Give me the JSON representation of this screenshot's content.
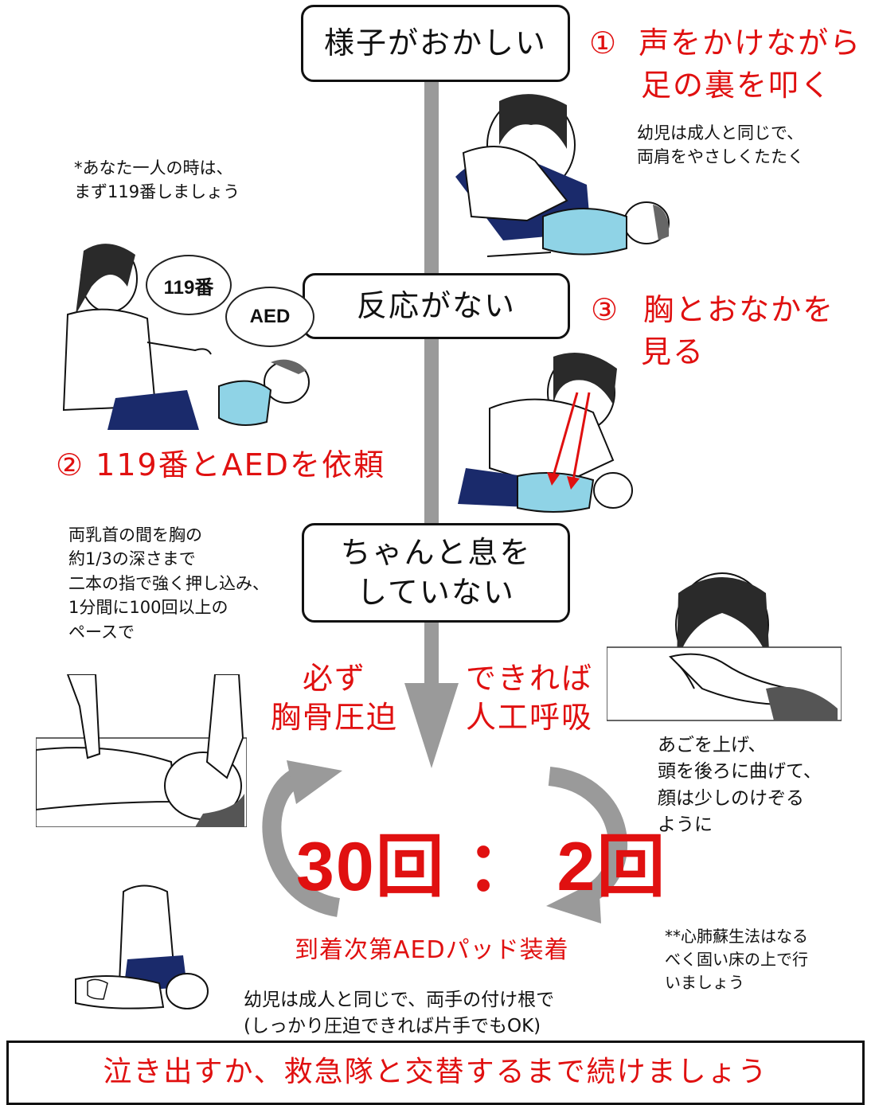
{
  "flow": {
    "box1": "様子がおかしい",
    "box2": "反応がない",
    "box3_line1": "ちゃんと息を",
    "box3_line2": "していない",
    "final": "泣き出すか、救急隊と交替するまで続けましょう"
  },
  "steps": {
    "step1_num": "①",
    "step1_line1": "声をかけながら",
    "step1_line2": "足の裏を叩く",
    "step2": "② 119番とAEDを依頼",
    "step3_num": "③",
    "step3_line1": "胸とおなかを",
    "step3_line2": "見る",
    "compression_line1": "必ず",
    "compression_line2": "胸骨圧迫",
    "breath_line1": "できれば",
    "breath_line2": "人工呼吸",
    "ratio_a": "30回",
    "ratio_sep": "：",
    "ratio_b": "2回",
    "aed_pad": "到着次第AEDパッド装着"
  },
  "notes": {
    "infant_tap": "幼児は成人と同じで、\n両肩をやさしくたたく",
    "alone": "*あなた一人の時は、\nまず119番しましょう",
    "compression_how": "両乳首の間を胸の\n約1/3の深さまで\n二本の指で強く押し込み、\n1分間に100回以上の\nペースで",
    "airway": "あごを上げ、\n頭を後ろに曲げて、\n顔は少しのけぞる\nように",
    "floor": "**心肺蘇生法はなる\nべく固い床の上で行\nいましょう",
    "infant_hands": "幼児は成人と同じで、両手の付け根で\n(しっかり圧迫できれば片手でもOK)"
  },
  "bubbles": {
    "call": "119番",
    "aed": "AED"
  },
  "colors": {
    "accent_red": "#e01010",
    "arrow_gray": "#9a9a9a",
    "shirt_blue": "#8fd3e6",
    "pants_navy": "#1a2a6b"
  }
}
